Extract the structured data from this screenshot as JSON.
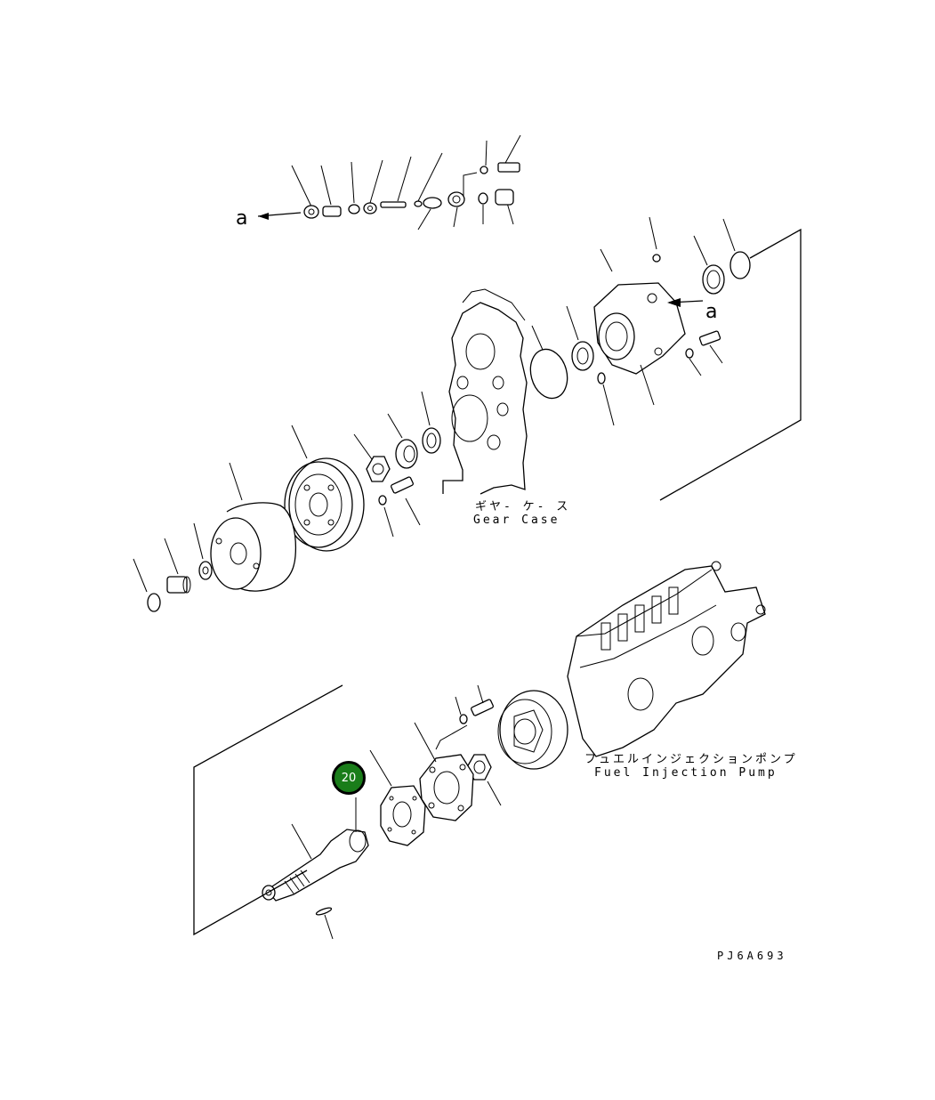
{
  "diagram": {
    "ref_letters": [
      "a",
      "a"
    ],
    "gear_case": {
      "jp": "ギヤ- ケ- ス",
      "en": "Gear Case"
    },
    "fuel_injection_pump": {
      "jp": "フュエルインジェクションポンプ",
      "en": "Fuel Injection Pump"
    },
    "callout": {
      "number": "20",
      "color": "#1a7d1a"
    },
    "drawing_code": "PJ6A693"
  }
}
